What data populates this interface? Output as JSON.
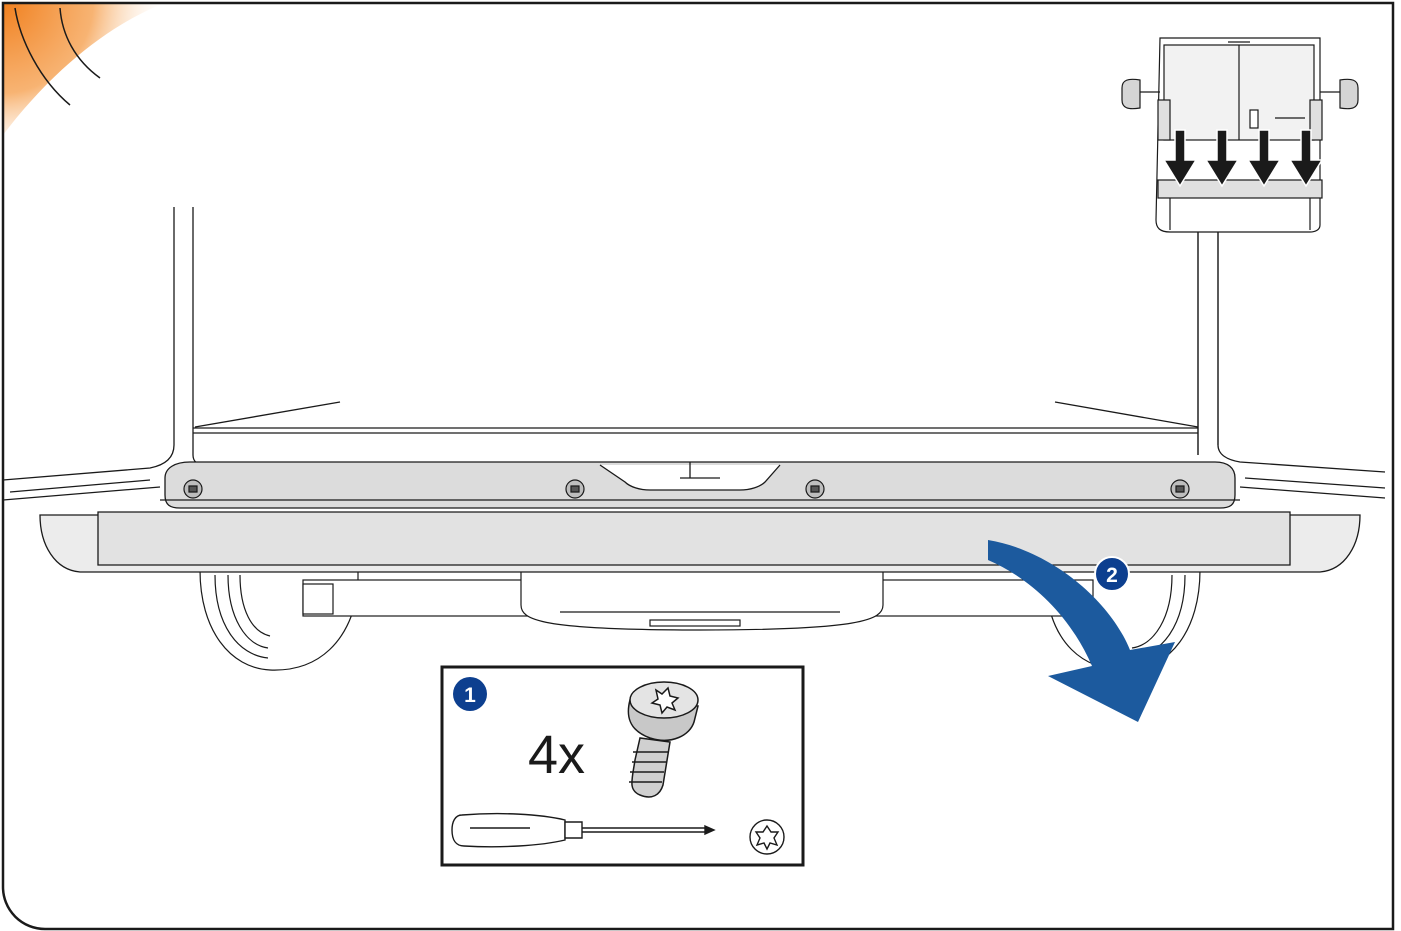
{
  "diagram": {
    "step_badges": [
      {
        "id": "step-1",
        "label": "1"
      },
      {
        "id": "step-2",
        "label": "2"
      }
    ],
    "parts_box": {
      "quantity_label": "4x",
      "part_icon": "torx-bolt-icon",
      "tool_icon": "screwdriver-icon",
      "bit_icon": "torx-bit-icon"
    },
    "overview": {
      "arrow_count": 4,
      "arrow_icon": "down-arrow-icon"
    },
    "colors": {
      "badge_blue": "#0d3f8f",
      "rotation_arrow_blue": "#1c5a9e",
      "corner_orange": "#f28c2a",
      "line": "#1a1a1a",
      "bumper_fill": "#e6e6e6"
    }
  }
}
